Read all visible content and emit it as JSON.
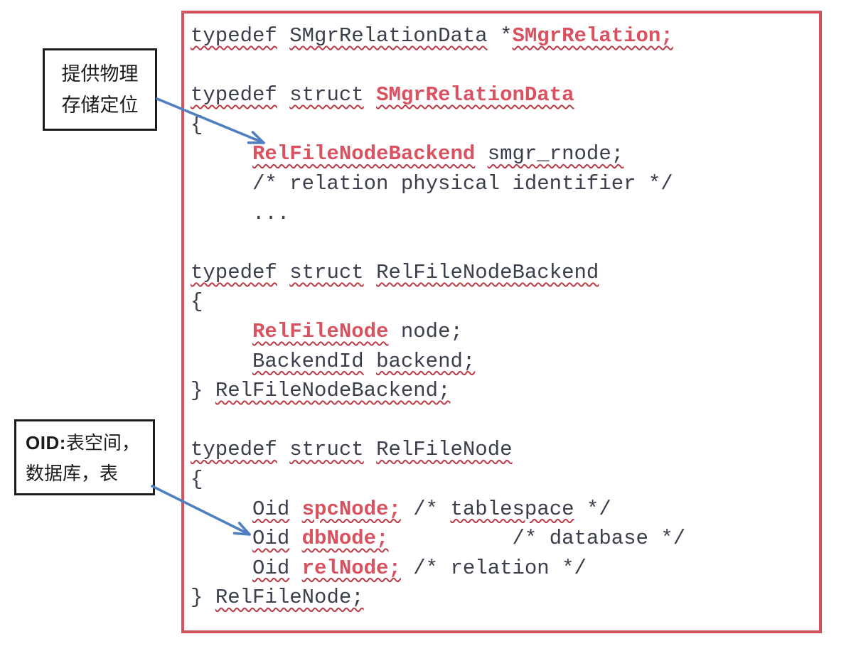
{
  "colors": {
    "red_border": "#d4525e",
    "red_text": "#da5260",
    "squiggle": "#bb3a45",
    "code_text": "#3a3f4b",
    "arrow": "#4f7fc0",
    "note_border": "#1b1b1b",
    "note_text": "#1b1b1b",
    "page_bg": "#ffffff"
  },
  "annotations": [
    {
      "id": "physical-storage-note",
      "lines": [
        "提供物理",
        "存储定位"
      ]
    },
    {
      "id": "oid-note",
      "prefix": "OID:",
      "line1": "表空间，",
      "line2": "数据库，表"
    }
  ],
  "code": {
    "lines": [
      [
        {
          "t": "typedef",
          "u": true
        },
        {
          "t": " "
        },
        {
          "t": "SMgrRelationData",
          "u": true
        },
        {
          "t": " *"
        },
        {
          "t": "SMgrRelation;",
          "r": true,
          "u": true
        }
      ],
      [],
      [
        {
          "t": "typedef",
          "u": true
        },
        {
          "t": " "
        },
        {
          "t": "struct",
          "u": true
        },
        {
          "t": " "
        },
        {
          "t": "SMgrRelationData",
          "r": true,
          "u": true
        }
      ],
      [
        {
          "t": "{"
        }
      ],
      [
        {
          "t": "     "
        },
        {
          "t": "RelFileNodeBackend",
          "r": true,
          "u": true
        },
        {
          "t": " "
        },
        {
          "t": "smgr_rnode;",
          "u": true
        }
      ],
      [
        {
          "t": "     /* relation physical identifier */"
        }
      ],
      [
        {
          "t": "     ..."
        }
      ],
      [],
      [
        {
          "t": "typedef",
          "u": true
        },
        {
          "t": " "
        },
        {
          "t": "struct",
          "u": true
        },
        {
          "t": " "
        },
        {
          "t": "RelFileNodeBackend",
          "u": true
        }
      ],
      [
        {
          "t": "{"
        }
      ],
      [
        {
          "t": "     "
        },
        {
          "t": "RelFileNode",
          "r": true,
          "u": true
        },
        {
          "t": " node;"
        }
      ],
      [
        {
          "t": "     "
        },
        {
          "t": "BackendId",
          "u": true
        },
        {
          "t": " "
        },
        {
          "t": "backend;",
          "u": true
        }
      ],
      [
        {
          "t": "} "
        },
        {
          "t": "RelFileNodeBackend;",
          "u": true
        }
      ],
      [],
      [
        {
          "t": "typedef",
          "u": true
        },
        {
          "t": " "
        },
        {
          "t": "struct",
          "u": true
        },
        {
          "t": " "
        },
        {
          "t": "RelFileNode",
          "u": true
        }
      ],
      [
        {
          "t": "{"
        }
      ],
      [
        {
          "t": "     "
        },
        {
          "t": "Oid",
          "u": true
        },
        {
          "t": " "
        },
        {
          "t": "spcNode;",
          "r": true,
          "u": true
        },
        {
          "t": " /* "
        },
        {
          "t": "tablespace",
          "u": true
        },
        {
          "t": " */"
        }
      ],
      [
        {
          "t": "     "
        },
        {
          "t": "Oid",
          "u": true
        },
        {
          "t": " "
        },
        {
          "t": "dbNode;",
          "r": true,
          "u": true
        },
        {
          "t": "          /* database */"
        }
      ],
      [
        {
          "t": "     "
        },
        {
          "t": "Oid",
          "u": true
        },
        {
          "t": " "
        },
        {
          "t": "relNode;",
          "r": true,
          "u": true
        },
        {
          "t": " /* relation */"
        }
      ],
      [
        {
          "t": "} "
        },
        {
          "t": "RelFileNode;",
          "u": true
        }
      ]
    ]
  }
}
